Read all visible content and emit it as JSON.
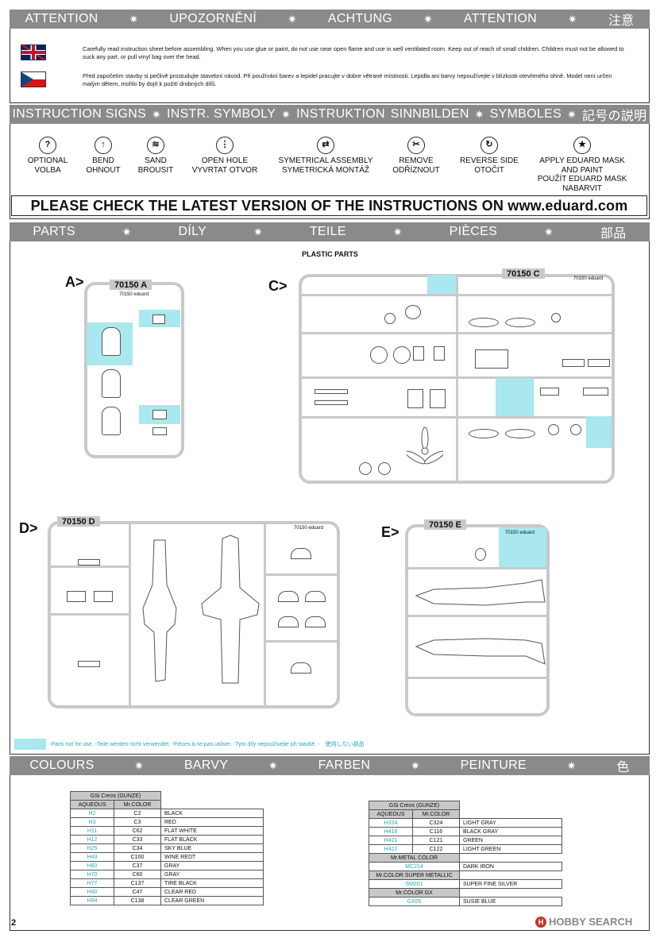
{
  "attention_band": [
    "ATTENTION",
    "UPOZORNĚNÍ",
    "ACHTUNG",
    "ATTENTION",
    "注意"
  ],
  "warnings": {
    "english": "Carefully read instruction sheet before assembling. When you use glue or paint, do not use near open flame and use in well ventilated room. Keep out of reach of small children. Children must not be allowed to suck any part, or pull vinyl bag over the head.",
    "czech": "Před započetím stavby si pečlivě prostudujte stavební návod. Při používání barev a lepidel pracujte v dobre větrané místnosti. Lepidla ani barvy nepoužívejte v blízkosti otevřeného ohně. Model není určen malým dětem, mohlo by dojít k požití drobných dílů."
  },
  "signs_band": [
    "INSTRUCTION SIGNS",
    "INSTR. SYMBOLY",
    "INSTRUKTION",
    "SINNBILDEN",
    "SYMBOLES",
    "記号の説明"
  ],
  "signs": [
    {
      "icon": "question-icon",
      "glyph": "?",
      "lines": [
        "OPTIONAL",
        "VOLBA"
      ]
    },
    {
      "icon": "bend-icon",
      "glyph": "↑",
      "lines": [
        "BEND",
        "OHNOUT"
      ]
    },
    {
      "icon": "sand-icon",
      "glyph": "≋",
      "lines": [
        "SAND",
        "BROUSIT"
      ]
    },
    {
      "icon": "open-hole-icon",
      "glyph": "⋮",
      "lines": [
        "OPEN HOLE",
        "VYVRTAT OTVOR"
      ]
    },
    {
      "icon": "symmetrical-icon",
      "glyph": "⇄",
      "lines": [
        "SYMETRICAL ASSEMBLY",
        "SYMETRICKÁ MONTÁŽ"
      ]
    },
    {
      "icon": "remove-icon",
      "glyph": "✂",
      "lines": [
        "REMOVE",
        "ODŘÍZNOUT"
      ]
    },
    {
      "icon": "reverse-icon",
      "glyph": "↻",
      "lines": [
        "REVERSE SIDE",
        "OTOČIT"
      ]
    },
    {
      "icon": "mask-icon",
      "glyph": "★",
      "lines": [
        "APPLY EDUARD MASK",
        "AND PAINT",
        "POUŽÍT EDUARD MASK",
        "NABARVIT"
      ]
    }
  ],
  "check_banner": "PLEASE CHECK THE LATEST VERSION OF THE INSTRUCTIONS ON www.eduard.com",
  "parts_band": [
    "PARTS",
    "DÍLY",
    "TEILE",
    "PIÈCES",
    "部品"
  ],
  "plastic_parts_title": "PLASTIC PARTS",
  "sprues": {
    "a": {
      "letter": "A>",
      "code": "70150 A",
      "tag": "70150 eduard"
    },
    "c": {
      "letter": "C>",
      "code": "70150 C",
      "tag": "70150 eduard"
    },
    "d": {
      "letter": "D>",
      "code": "70150 D",
      "tag": "70150 eduard"
    },
    "e": {
      "letter": "E>",
      "code": "70150 E",
      "tag": "70150 eduard"
    }
  },
  "not_for_use_note": "-Parts not for use. -Teile werden nicht verwendet. -Pièces à ne pas utiliser. -Tyto díly nepoužívejte při stavbě. -　使用しない部品",
  "colours_band": [
    "COLOURS",
    "BARVY",
    "FARBEN",
    "PEINTURE",
    "色"
  ],
  "paint_left": {
    "brand": "GSi Creos (GUNZE)",
    "col_aqueous": "AQUEOUS",
    "col_mr": "Mr.COLOR",
    "rows": [
      {
        "aq": "H2",
        "mr": "C2",
        "name": "BLACK"
      },
      {
        "aq": "H3",
        "mr": "C3",
        "name": "RED"
      },
      {
        "aq": "H11",
        "mr": "C62",
        "name": "FLAT WHITE"
      },
      {
        "aq": "H12",
        "mr": "C33",
        "name": "FLAT BLACK"
      },
      {
        "aq": "H25",
        "mr": "C34",
        "name": "SKY BLUE"
      },
      {
        "aq": "H43",
        "mr": "C100",
        "name": "WINE REDT"
      },
      {
        "aq": "H60",
        "mr": "C37",
        "name": "GRAY"
      },
      {
        "aq": "H70",
        "mr": "C60",
        "name": "GRAY"
      },
      {
        "aq": "H77",
        "mr": "C137",
        "name": "TIRE BLACK"
      },
      {
        "aq": "H90",
        "mr": "C47",
        "name": "CLEAR RED"
      },
      {
        "aq": "H94",
        "mr": "C138",
        "name": "CLEAR GREEN"
      }
    ]
  },
  "paint_right": {
    "brand": "GSi Creos (GUNZE)",
    "col_aqueous": "AQUEOUS",
    "col_mr": "Mr.COLOR",
    "rows": [
      {
        "aq": "H324",
        "mr": "C324",
        "name": "LIGHT GRAY"
      },
      {
        "aq": "H416",
        "mr": "C116",
        "name": "BLACK GRAY"
      },
      {
        "aq": "H421",
        "mr": "C121",
        "name": "GREEN"
      },
      {
        "aq": "H422",
        "mr": "C122",
        "name": "LIGHT GREEN"
      }
    ],
    "metal_header": "Mr.METAL COLOR",
    "metal": {
      "code": "MC214",
      "name": "DARK IRON"
    },
    "super_header": "Mr.COLOR SUPER METALLIC",
    "super": {
      "code": "SM201",
      "name": "SUPER FINE SILVER"
    },
    "gx_header": "Mr.COLOR GX",
    "gx": {
      "code": "GX05",
      "name": "SUSIE BLUE"
    }
  },
  "page_number": "2",
  "watermark": "HOBBY SEARCH",
  "colors": {
    "band": "#8a8a8a",
    "sprue": "#c9c9c9",
    "not_for_use": "#a8e8ee",
    "aqueous_text": "#22a9b8"
  }
}
